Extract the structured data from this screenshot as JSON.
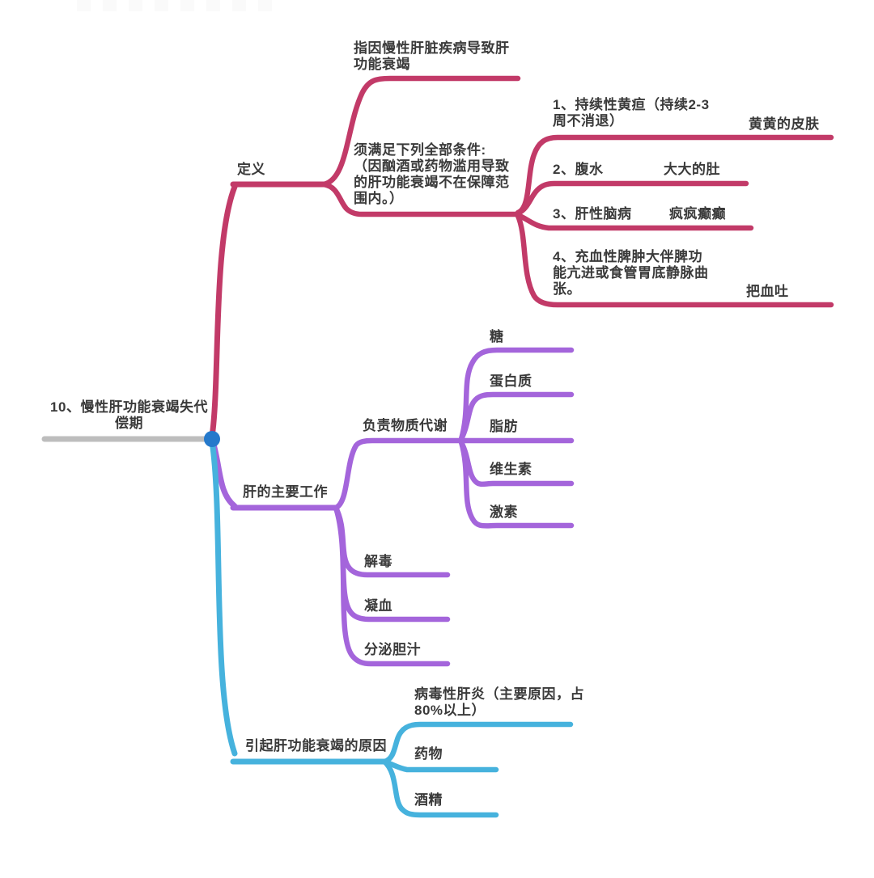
{
  "colors": {
    "branch_red": "#C23A68",
    "branch_purple": "#A465DB",
    "branch_blue": "#46B2DD",
    "root_gray": "#BDBDBD",
    "dot_blue": "#2579CB",
    "text": "#3A3A3A",
    "background": "#FFFFFF"
  },
  "root": {
    "label": "10、慢性肝功能衰竭失代\n偿期"
  },
  "branches": {
    "definition": {
      "label": "定义",
      "cause": "指因慢性肝脏疾病导致肝\n功能衰竭",
      "conditions_header": "须满足下列全部条件:\n（因酗酒或药物滥用导致\n的肝功能衰竭不在保障范\n围内。）",
      "items": [
        {
          "label": "1、持续性黄疸（持续2-3\n周不消退）",
          "note": "黄黄的皮肤"
        },
        {
          "label": "2、腹水",
          "note": "大大的肚"
        },
        {
          "label": "3、肝性脑病",
          "note": "疯疯癫癫"
        },
        {
          "label": "4、充血性脾肿大伴脾功\n能亢进或食管胃底静脉曲\n张。",
          "note": "把血吐"
        }
      ]
    },
    "liver_functions": {
      "label": "肝的主要工作",
      "metabolism": {
        "label": "负责物质代谢",
        "items": [
          "糖",
          "蛋白质",
          "脂肪",
          "维生素",
          "激素"
        ]
      },
      "others": [
        "解毒",
        "凝血",
        "分泌胆汁"
      ]
    },
    "causes": {
      "label": "引起肝功能衰竭的原因",
      "items": [
        "病毒性肝炎（主要原因，占\n80%以上）",
        "药物",
        "酒精"
      ]
    }
  }
}
